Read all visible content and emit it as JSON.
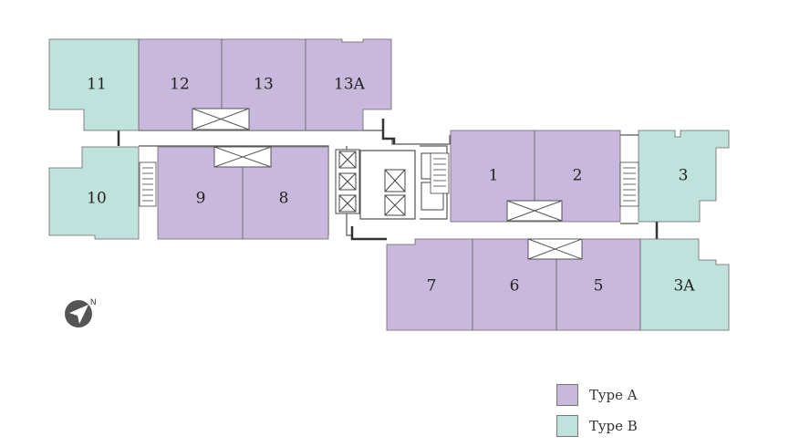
{
  "colors": {
    "type_a": "#c7b8dc",
    "type_b": "#bfe3dc",
    "wall": "#4a4a4a",
    "core": "#ffffff"
  },
  "units": {
    "u11": {
      "label": "11",
      "type": "B"
    },
    "u12": {
      "label": "12",
      "type": "A"
    },
    "u13": {
      "label": "13",
      "type": "A"
    },
    "u13a": {
      "label": "13A",
      "type": "A"
    },
    "u10": {
      "label": "10",
      "type": "B"
    },
    "u9": {
      "label": "9",
      "type": "A"
    },
    "u8": {
      "label": "8",
      "type": "A"
    },
    "u1": {
      "label": "1",
      "type": "A"
    },
    "u2": {
      "label": "2",
      "type": "A"
    },
    "u3": {
      "label": "3",
      "type": "B"
    },
    "u7": {
      "label": "7",
      "type": "A"
    },
    "u6": {
      "label": "6",
      "type": "A"
    },
    "u5": {
      "label": "5",
      "type": "A"
    },
    "u3a": {
      "label": "3A",
      "type": "B"
    }
  },
  "compass": {
    "label": "N",
    "icon": "north-arrow-icon"
  },
  "legend": [
    {
      "label": "Type A",
      "color": "#c7b8dc"
    },
    {
      "label": "Type B",
      "color": "#bfe3dc"
    }
  ]
}
